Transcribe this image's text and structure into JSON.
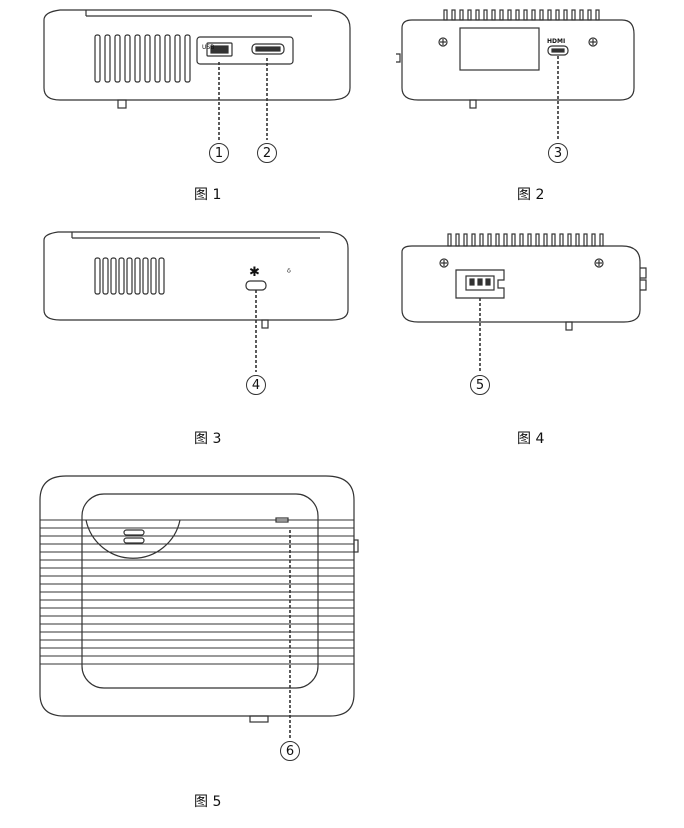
{
  "figures": [
    {
      "caption": "图 1",
      "callouts": [
        "1",
        "2"
      ],
      "port_label": "USB"
    },
    {
      "caption": "图 2",
      "callouts": [
        "3"
      ],
      "port_label": "HDMI"
    },
    {
      "caption": "图 3",
      "callouts": [
        "4"
      ],
      "icon_glyph": "✱",
      "indicator_glyph": "ᵟ"
    },
    {
      "caption": "图 4",
      "callouts": [
        "5"
      ]
    },
    {
      "caption": "图 5",
      "callouts": [
        "6"
      ]
    }
  ],
  "colors": {
    "stroke": "#333333",
    "background": "#ffffff"
  }
}
